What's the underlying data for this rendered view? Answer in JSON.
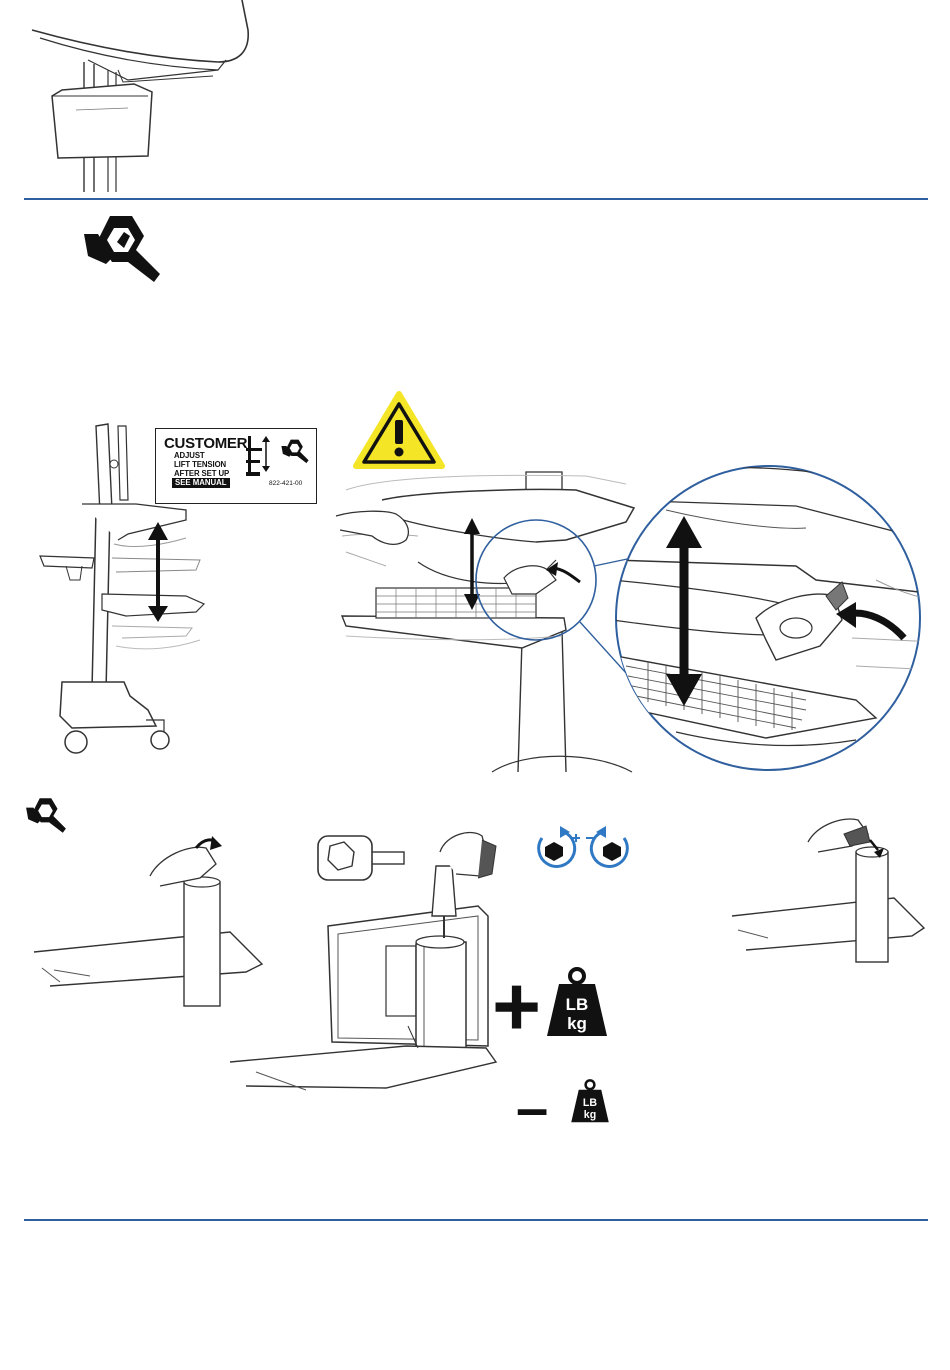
{
  "label": {
    "title": "CUSTOMER:",
    "line1": "ADJUST",
    "line2": "LIFT TENSION",
    "line3": "AFTER SET UP",
    "see_manual": "SEE MANUAL",
    "part_number": "822-421-00"
  },
  "weights": {
    "unit_top": "LB",
    "unit_bottom": "kg",
    "increase_sign": "+",
    "decrease_sign": "–"
  },
  "colors": {
    "rule": "#2f5f9e",
    "rotate_accent": "#2f78c4",
    "warning": "#f4e526"
  },
  "icons": [
    "wrench-hand-icon",
    "warning-icon",
    "rotate-clockwise-icon",
    "rotate-counterclockwise-icon",
    "weight-icon",
    "hex-socket-icon"
  ]
}
